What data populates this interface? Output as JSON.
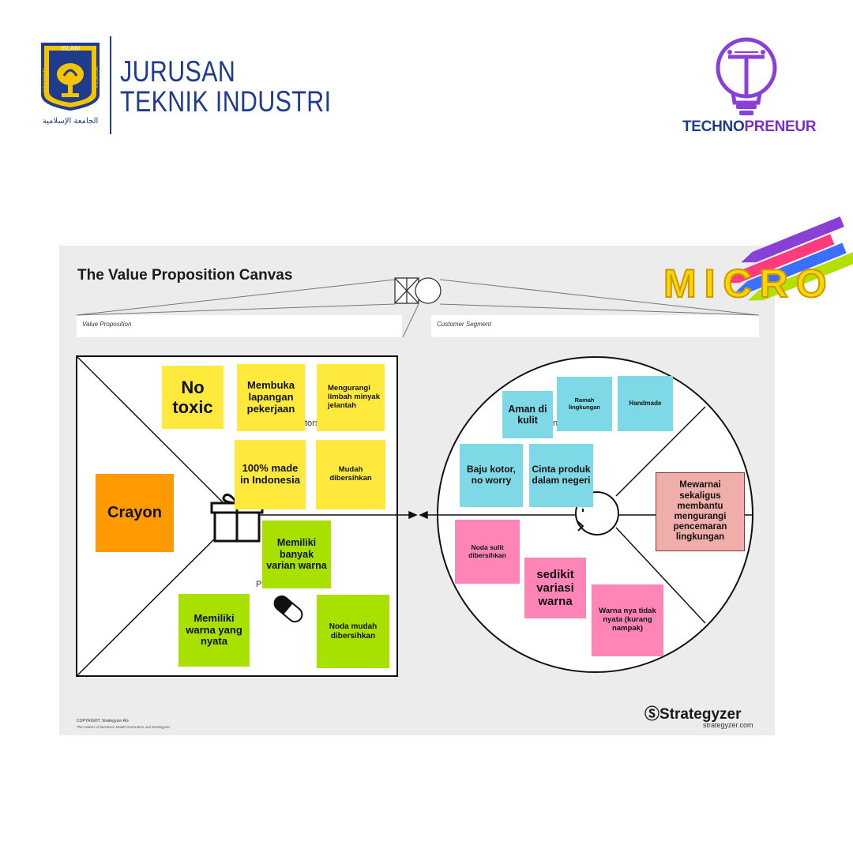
{
  "header": {
    "logo_arc_top": "ISLAM",
    "logo_left": "UNIVERSITAS",
    "logo_right": "INDONESIA",
    "logo_script": "الجامعة الإسلامية",
    "dept_line1": "JURUSAN",
    "dept_line2": "TEKNIK INDUSTRI",
    "techno_part1": "TECHNO",
    "techno_part2": "PRENEUR",
    "techno_icon": "lightbulb-t-icon"
  },
  "canvas": {
    "title": "The Value Proposition Canvas",
    "value_proposition_label": "Value Proposition",
    "customer_segment_label": "Customer Segment",
    "brand": "Strategyzer",
    "brand_url": "strategyzer.com",
    "copyright": "COPYRIGHT: Strategyzer AG",
    "copyright_sub": "The makers of Business Model Generation and Strategyzer",
    "ghost_gain_creators": "tors",
    "ghost_gains": "ns",
    "ghost_pain_relievers": "P",
    "product_icon": "gift-icon",
    "pain_reliever_icon": "pill-icon",
    "customer_icon": "face-icon"
  },
  "overlay": {
    "micro_word": "MICRO",
    "crayons_icon": "crayons-icon"
  },
  "notes": {
    "no_toxic": "No toxic",
    "membuka": "Membuka lapangan pekerjaan",
    "mengurangi": "Mengurangi limbah minyak jelantah",
    "made_indonesia": "100% made in Indonesia",
    "mudah_dibersihkan": "Mudah dibersihkan",
    "crayon": "Crayon",
    "banyak_varian": "Memiliki banyak varian warna",
    "warna_nyata": "Memiliki warna yang nyata",
    "noda_mudah": "Noda mudah dibersihkan",
    "aman_kulit": "Aman di kulit",
    "ramah": "Ramah lingkungan",
    "handmade": "Handmade",
    "baju_kotor": "Baju kotor, no worry",
    "cinta_produk": "Cinta produk dalam negeri",
    "mewarnai": "Mewarnai sekaligus membantu mengurangi pencemaran lingkungan",
    "noda_sulit": "Noda sulit dibersihkan",
    "sedikit_variasi": "sedikit variasi warna",
    "warna_tidak_nyata": "Warna nya tidak nyata (kurang nampak)"
  },
  "colors": {
    "brand_blue": "#1f3b8c",
    "brand_purple": "#7a2fc8",
    "note_yellow": "#ffe93d",
    "note_green": "#a8e100",
    "note_blue": "#7fd8e6",
    "note_pink": "#ff85b8",
    "note_orange": "#ff9a00"
  }
}
